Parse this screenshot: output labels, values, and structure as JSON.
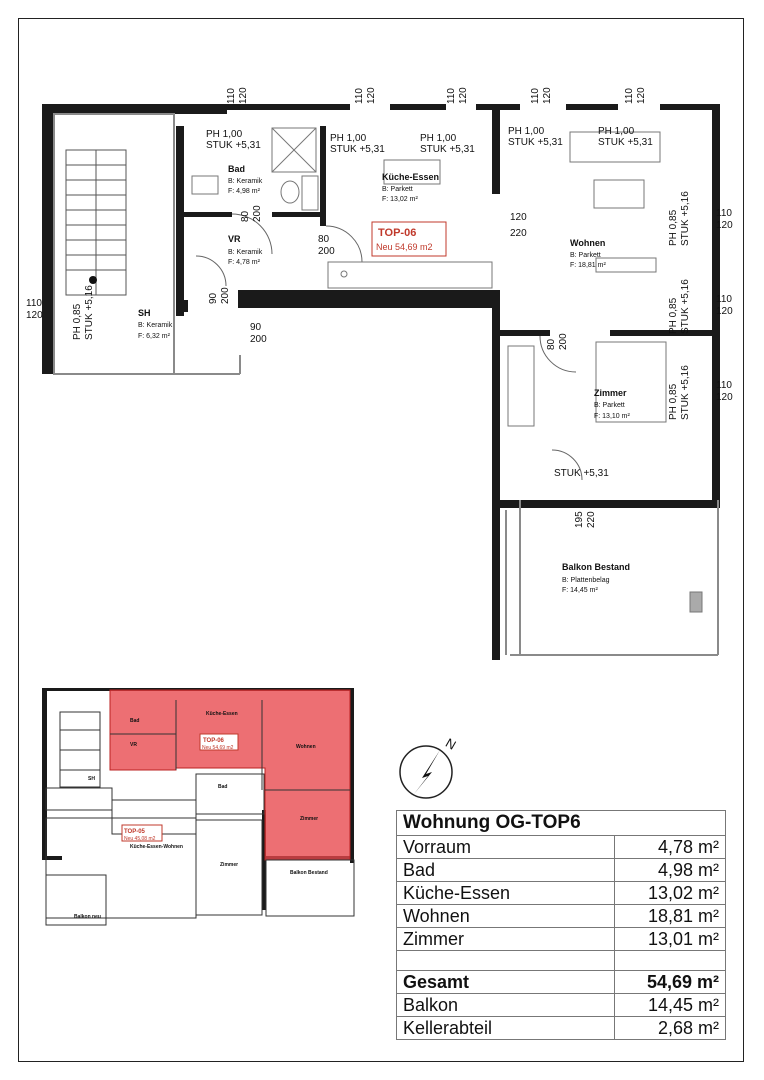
{
  "main_plan": {
    "unit_label": "TOP-06",
    "unit_area": "Neu  54,69 m2",
    "rooms": [
      {
        "name": "Bad",
        "floor": "B: Keramik",
        "area": "F: 4,98 m²"
      },
      {
        "name": "Küche-Essen",
        "floor": "B: Parkett",
        "area": "F: 13,02 m²"
      },
      {
        "name": "VR",
        "floor": "B: Keramik",
        "area": "F: 4,78 m²"
      },
      {
        "name": "SH",
        "floor": "B: Keramik",
        "area": "F: 6,32 m²"
      },
      {
        "name": "Wohnen",
        "floor": "B: Parkett",
        "area": "F: 18,81 m²"
      },
      {
        "name": "Zimmer",
        "floor": "B: Parkett",
        "area": "F: 13,10 m²"
      },
      {
        "name": "Balkon Bestand",
        "floor": "B: Plattenbelag",
        "area": "F: 14,45 m²"
      }
    ],
    "annotations": {
      "ph100": "PH 1,00",
      "stuk531": "STUK +5,31",
      "ph085": "PH 0,85",
      "stuk516": "STUK +5,16",
      "dim_110": "110",
      "dim_120": "120",
      "dim_80": "80",
      "dim_90": "90",
      "dim_195": "195",
      "dim_200": "200",
      "dim_220": "220"
    }
  },
  "overview_plan": {
    "top06_label": "TOP-06",
    "top06_area": "Neu  54,69 m2",
    "top05_label": "TOP-05",
    "top05_area": "Neu  45,08 m2",
    "room_names": [
      "Bad",
      "Küche-Essen",
      "VR",
      "SH",
      "Wohnen",
      "Zimmer",
      "Bad",
      "Küche-Essen-Wohnen",
      "Zimmer",
      "Balkon neu",
      "Balkon Bestand"
    ]
  },
  "area_table": {
    "title": "Wohnung OG-TOP6",
    "rows": [
      {
        "label": "Vorraum",
        "value": "4,78 m²"
      },
      {
        "label": "Bad",
        "value": "4,98 m²"
      },
      {
        "label": "Küche-Essen",
        "value": "13,02 m²"
      },
      {
        "label": "Wohnen",
        "value": "18,81 m²"
      },
      {
        "label": "Zimmer",
        "value": "13,01 m²"
      }
    ],
    "total": {
      "label": "Gesamt",
      "value": "54,69 m²"
    },
    "extras": [
      {
        "label": "Balkon",
        "value": "14,45 m²"
      },
      {
        "label": "Kellerabteil",
        "value": "2,68 m²"
      }
    ]
  },
  "compass": {
    "north": "N"
  },
  "colors": {
    "highlight": "#e8464b",
    "wall": "#1a1a1a",
    "grey_wall": "#8a8a8a"
  }
}
